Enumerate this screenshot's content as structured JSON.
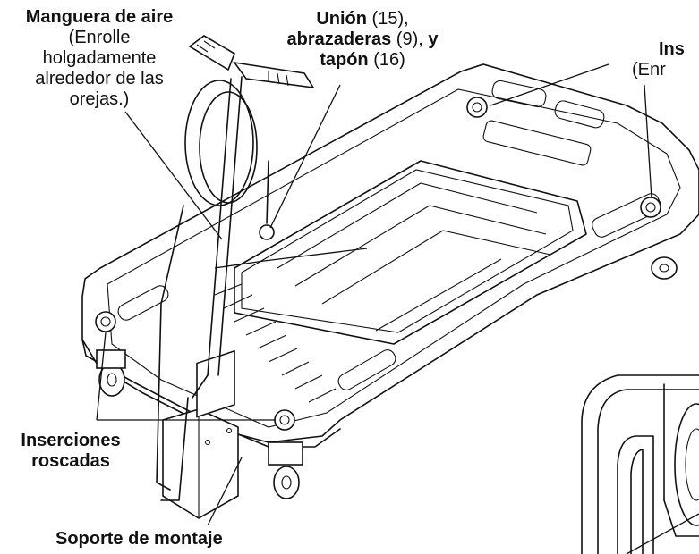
{
  "labels": {
    "hose": {
      "title": "Manguera de aire",
      "note_l1": "(Enrolle",
      "note_l2": "holgadamente",
      "note_l3": "alrededor de las",
      "note_l4": "orejas.)"
    },
    "union": {
      "part1": "Unión",
      "part1_num": " (15),",
      "part2": "abrazaderas",
      "part2_num": " (9), ",
      "part2_and": "y",
      "part3": "tapón",
      "part3_num": " (16)"
    },
    "right_partial": {
      "title": "Ins",
      "note": "(Enr"
    },
    "inserts": {
      "line1": "Inserciones",
      "line2": "roscadas"
    },
    "bracket": {
      "title": "Soporte de montaje"
    }
  }
}
